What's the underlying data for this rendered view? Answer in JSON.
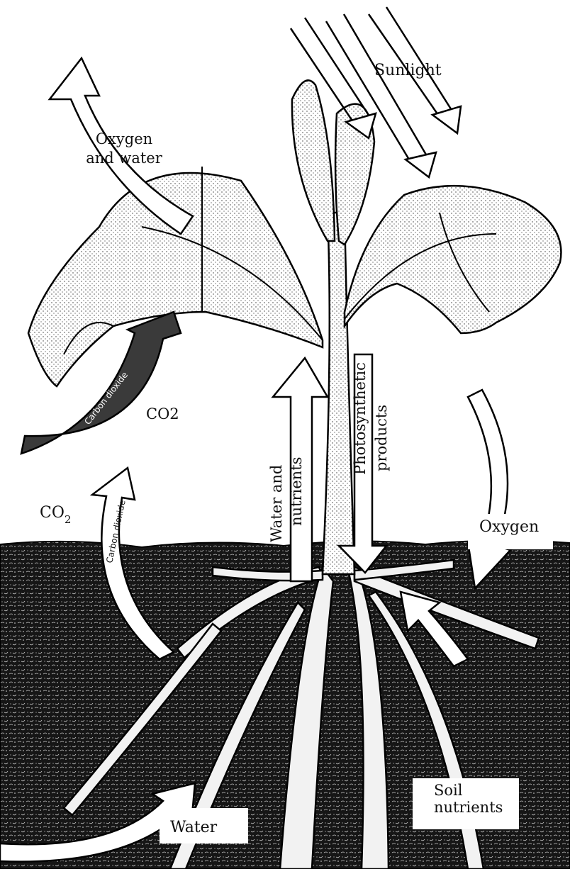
{
  "labels": {
    "sunlight": "Sunlight",
    "oxygen_water_line1": "Oxygen",
    "oxygen_water_line2": "and water",
    "carbon_dioxide_leaf": "Carbon dioxide",
    "co2_upper": "CO2",
    "co2_lower_base": "CO",
    "co2_lower_sub": "2",
    "carbon_dioxide_soil": "Carbon dioxide",
    "water_nutrients_line1": "Water and",
    "water_nutrients_line2": "nutrients",
    "photosynthetic_line1": "Photosynthetic",
    "photosynthetic_line2": "products",
    "oxygen_soil": "Oxygen",
    "soil_nutrients_line1": "Soil",
    "soil_nutrients_line2": "nutrients",
    "water_soil": "Water"
  }
}
